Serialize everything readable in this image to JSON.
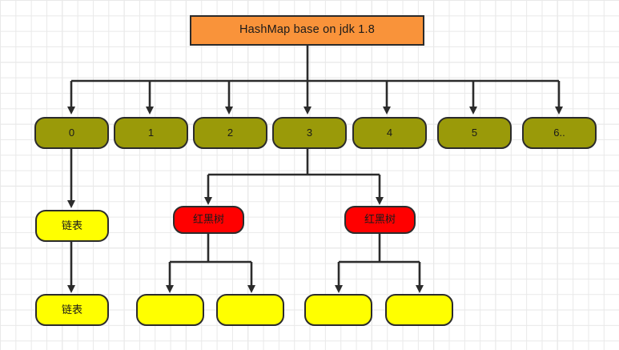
{
  "diagram": {
    "title_node": {
      "label": "HashMap base on jdk 1.8",
      "color": "#f9933a"
    },
    "buckets": [
      {
        "label": "0"
      },
      {
        "label": "1"
      },
      {
        "label": "2"
      },
      {
        "label": "3"
      },
      {
        "label": "4"
      },
      {
        "label": "5"
      },
      {
        "label": "6.."
      }
    ],
    "bucket_color": "#9a9a09",
    "chain": [
      {
        "label": "链表"
      },
      {
        "label": "链表"
      }
    ],
    "chain_color": "#ffff00",
    "trees": [
      {
        "label": "红黑树"
      },
      {
        "label": "红黑树"
      }
    ],
    "tree_color": "#ff0000",
    "leaves": [
      {
        "label": ""
      },
      {
        "label": ""
      },
      {
        "label": ""
      },
      {
        "label": ""
      }
    ],
    "leaf_color": "#ffff00",
    "edge_color": "#2b2b2b"
  }
}
